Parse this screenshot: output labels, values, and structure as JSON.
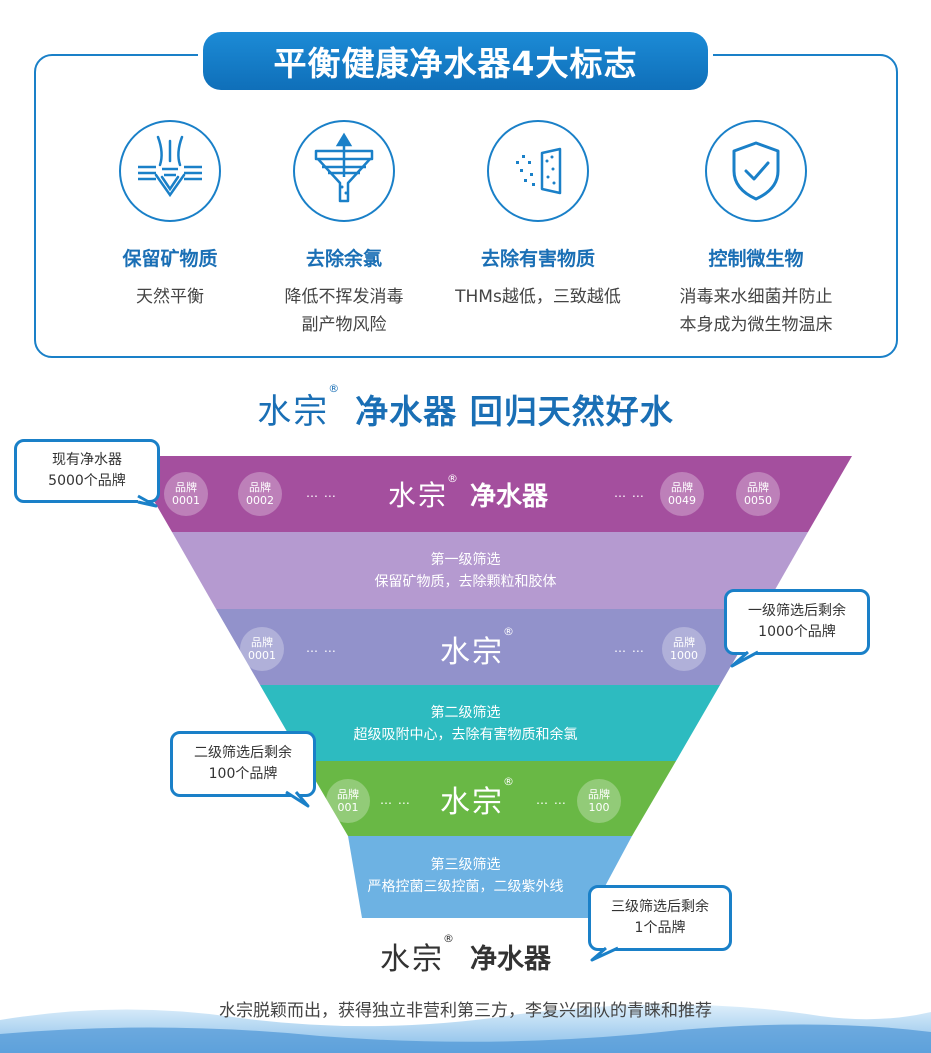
{
  "panel": {
    "title": "平衡健康净水器4大标志",
    "features": [
      {
        "icon": "minerals-icon",
        "name": "保留矿物质",
        "desc1": "天然平衡",
        "desc2": ""
      },
      {
        "icon": "funnel-filter-icon",
        "name": "去除余氯",
        "desc1": "降低不挥发消毒",
        "desc2": "副产物风险"
      },
      {
        "icon": "harmful-substance-filter-icon",
        "name": "去除有害物质",
        "desc1": "THMs越低，三致越低",
        "desc2": ""
      },
      {
        "icon": "shield-check-icon",
        "name": "控制微生物",
        "desc1": "消毒来水细菌并防止",
        "desc2": "本身成为微生物温床"
      }
    ]
  },
  "headline": {
    "logo": "水宗",
    "registered": "®",
    "text": "净水器 回归天然好水"
  },
  "funnel": {
    "band1": {
      "brands": [
        {
          "label": "品牌",
          "num": "0001"
        },
        {
          "label": "品牌",
          "num": "0002"
        },
        {
          "label": "品牌",
          "num": "0049"
        },
        {
          "label": "品牌",
          "num": "0050"
        }
      ],
      "ellipsis": "… …",
      "logo": "水宗",
      "registered": "®",
      "product": "净水器"
    },
    "stage1": {
      "title": "第一级筛选",
      "desc": "保留矿物质，去除颗粒和胶体"
    },
    "band2": {
      "brands": [
        {
          "label": "品牌",
          "num": "0001"
        },
        {
          "label": "品牌",
          "num": "1000"
        }
      ],
      "ellipsis": "… …",
      "logo": "水宗",
      "registered": "®"
    },
    "stage2": {
      "title": "第二级筛选",
      "desc": "超级吸附中心，去除有害物质和余氯"
    },
    "band3": {
      "brands": [
        {
          "label": "品牌",
          "num": "001"
        },
        {
          "label": "品牌",
          "num": "100"
        }
      ],
      "ellipsis": "… …",
      "logo": "水宗",
      "registered": "®"
    },
    "stage3": {
      "title": "第三级筛选",
      "desc": "严格控菌三级控菌，二级紫外线"
    }
  },
  "bubbles": {
    "b1": {
      "line1": "现有净水器",
      "line2": "5000个品牌"
    },
    "b2": {
      "line1": "一级筛选后剩余",
      "line2": "1000个品牌"
    },
    "b3": {
      "line1": "二级筛选后剩余",
      "line2": "100个品牌"
    },
    "b4": {
      "line1": "三级筛选后剩余",
      "line2": "1个品牌"
    }
  },
  "bottom": {
    "logo": "水宗",
    "registered": "®",
    "product": "净水器",
    "tagline": "水宗脱颖而出，获得独立非营利第三方，李复兴团队的青睐和推荐"
  },
  "colors": {
    "brand_blue": "#1a80c8",
    "band1": "#a44f9e",
    "stage1": "#b59ad0",
    "band2": "#9292cb",
    "stage2": "#2dbbc0",
    "band3": "#69b845",
    "stage3": "#6db2e3"
  }
}
